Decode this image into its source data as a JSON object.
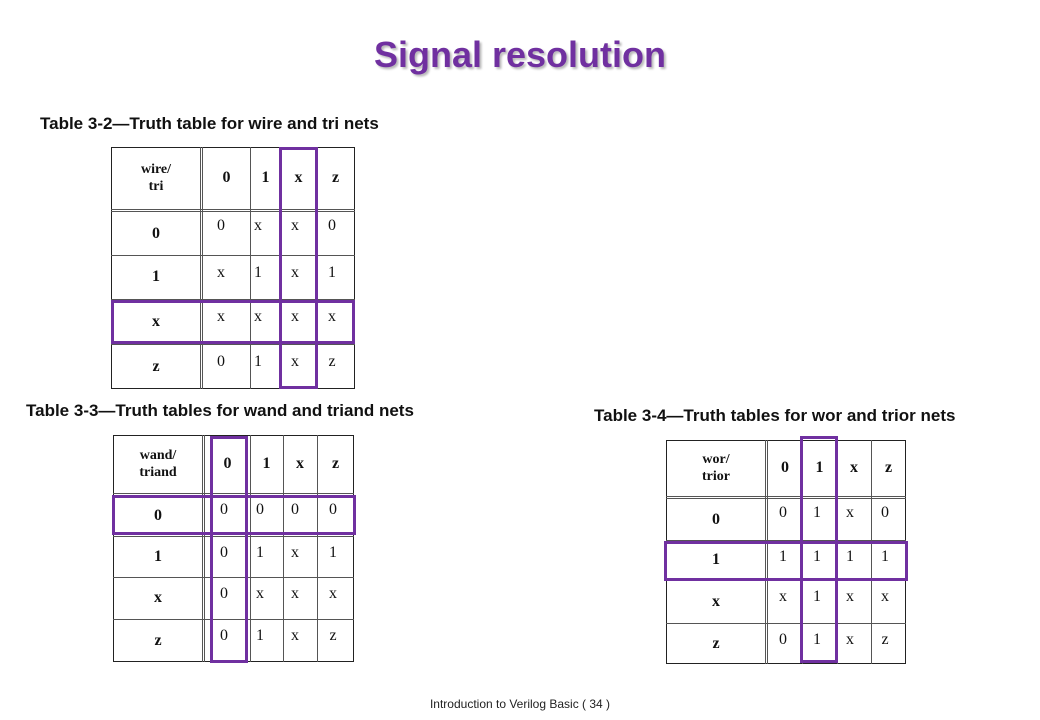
{
  "slide": {
    "title": "Signal resolution",
    "footer": "Introduction to Verilog Basic ( 34 )"
  },
  "tables": {
    "wire_tri": {
      "caption": "Table 3-2—Truth table for wire and tri nets",
      "corner": [
        "wire/",
        "tri"
      ],
      "cols": [
        "0",
        "1",
        "x",
        "z"
      ],
      "rows": [
        {
          "head": "0",
          "cells": [
            "0",
            "x",
            "x",
            "0"
          ]
        },
        {
          "head": "1",
          "cells": [
            "x",
            "1",
            "x",
            "1"
          ]
        },
        {
          "head": "x",
          "cells": [
            "x",
            "x",
            "x",
            "x"
          ]
        },
        {
          "head": "z",
          "cells": [
            "0",
            "1",
            "x",
            "z"
          ]
        }
      ]
    },
    "wand_triand": {
      "caption": "Table 3-3—Truth tables for wand and triand nets",
      "corner": [
        "wand/",
        "triand"
      ],
      "cols": [
        "0",
        "1",
        "x",
        "z"
      ],
      "rows": [
        {
          "head": "0",
          "cells": [
            "0",
            "0",
            "0",
            "0"
          ]
        },
        {
          "head": "1",
          "cells": [
            "0",
            "1",
            "x",
            "1"
          ]
        },
        {
          "head": "x",
          "cells": [
            "0",
            "x",
            "x",
            "x"
          ]
        },
        {
          "head": "z",
          "cells": [
            "0",
            "1",
            "x",
            "z"
          ]
        }
      ]
    },
    "wor_trior": {
      "caption": "Table 3-4—Truth tables for wor and trior nets",
      "corner": [
        "wor/",
        "trior"
      ],
      "cols": [
        "0",
        "1",
        "x",
        "z"
      ],
      "rows": [
        {
          "head": "0",
          "cells": [
            "0",
            "1",
            "x",
            "0"
          ]
        },
        {
          "head": "1",
          "cells": [
            "1",
            "1",
            "1",
            "1"
          ]
        },
        {
          "head": "x",
          "cells": [
            "x",
            "1",
            "x",
            "x"
          ]
        },
        {
          "head": "z",
          "cells": [
            "0",
            "1",
            "x",
            "z"
          ]
        }
      ]
    }
  },
  "colors": {
    "title": "#7030A0",
    "highlight": "#7030A0"
  }
}
